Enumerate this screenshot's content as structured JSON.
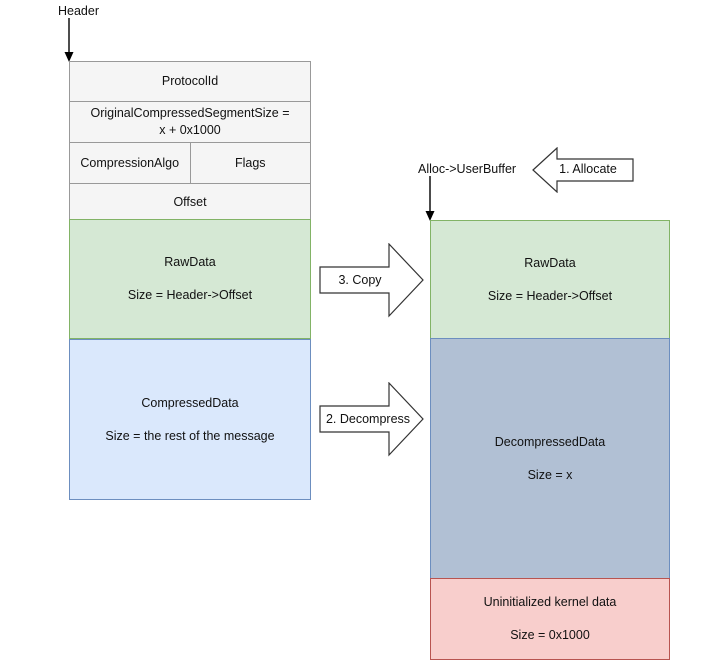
{
  "diagram": {
    "title_left": "Header",
    "label_alloc": "Alloc->UserBuffer"
  },
  "header_table": {
    "rows": [
      {
        "cells": [
          {
            "text": "ProtocolId"
          }
        ]
      },
      {
        "cells": [
          {
            "text": "OriginalCompressedSegmentSize =",
            "text2": "x + 0x1000"
          }
        ]
      },
      {
        "cells": [
          {
            "text": "CompressionAlgo"
          },
          {
            "text": "Flags"
          }
        ]
      },
      {
        "cells": [
          {
            "text": "Offset"
          }
        ]
      }
    ]
  },
  "left_blocks": [
    {
      "name": "RawData",
      "title": "RawData",
      "size": "Size = Header->Offset",
      "color": "#d5e8d4",
      "border": "#82b366"
    },
    {
      "name": "CompressedData",
      "title": "CompressedData",
      "size": "Size = the rest of the message",
      "color": "#dae8fc",
      "border": "#6c8ebf"
    }
  ],
  "right_blocks": [
    {
      "name": "RawData",
      "title": "RawData",
      "size": "Size = Header->Offset",
      "color": "#d5e8d4",
      "border": "#82b366"
    },
    {
      "name": "DecompressedData",
      "title": "DecompressedData",
      "size": "Size = x",
      "color": "#b1c0d4",
      "border": "#6c8ebf"
    },
    {
      "name": "UninitializedKernelData",
      "title": "Uninitialized kernel data",
      "size": "Size = 0x1000",
      "color": "#f8cecc",
      "border": "#b85450"
    }
  ],
  "arrows": [
    {
      "id": "allocate",
      "label": "1. Allocate",
      "direction": "left"
    },
    {
      "id": "decompress",
      "label": "2. Decompress",
      "direction": "right"
    },
    {
      "id": "copy",
      "label": "3. Copy",
      "direction": "right"
    }
  ]
}
